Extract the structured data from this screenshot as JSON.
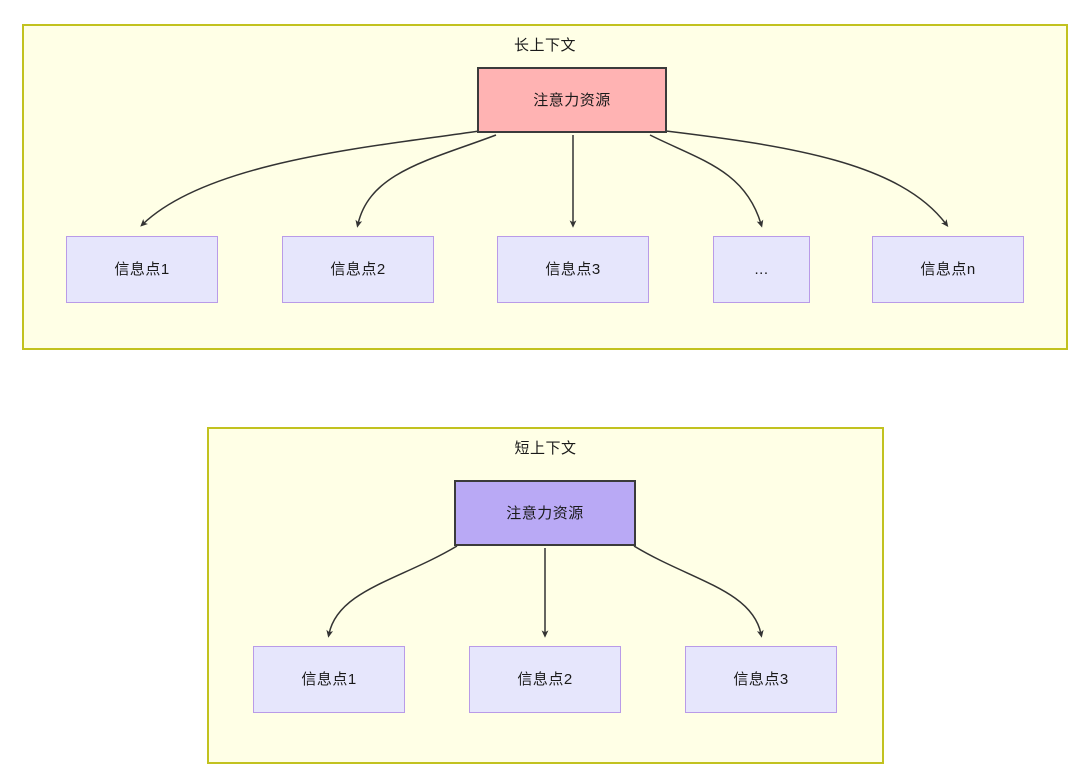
{
  "diagram": {
    "type": "node-link",
    "background": "#ffffff",
    "palette": {
      "group_fill": "#FFFFE6",
      "group_border": "#C2C21F",
      "attention_long_fill": "#FFB3B3",
      "attention_short_fill": "#B9A9F5",
      "attention_border": "#3B3B3B",
      "info_fill": "#E6E6FC",
      "info_border": "#B99BE8",
      "edge_color": "#333333",
      "text_color": "#1a1a1a"
    },
    "groups": [
      {
        "id": "long-context",
        "title": "长上下文",
        "root": {
          "label": "注意力资源"
        },
        "children": [
          {
            "label": "信息点1"
          },
          {
            "label": "信息点2"
          },
          {
            "label": "信息点3"
          },
          {
            "label": "..."
          },
          {
            "label": "信息点n"
          }
        ]
      },
      {
        "id": "short-context",
        "title": "短上下文",
        "root": {
          "label": "注意力资源"
        },
        "children": [
          {
            "label": "信息点1"
          },
          {
            "label": "信息点2"
          },
          {
            "label": "信息点3"
          }
        ]
      }
    ]
  }
}
